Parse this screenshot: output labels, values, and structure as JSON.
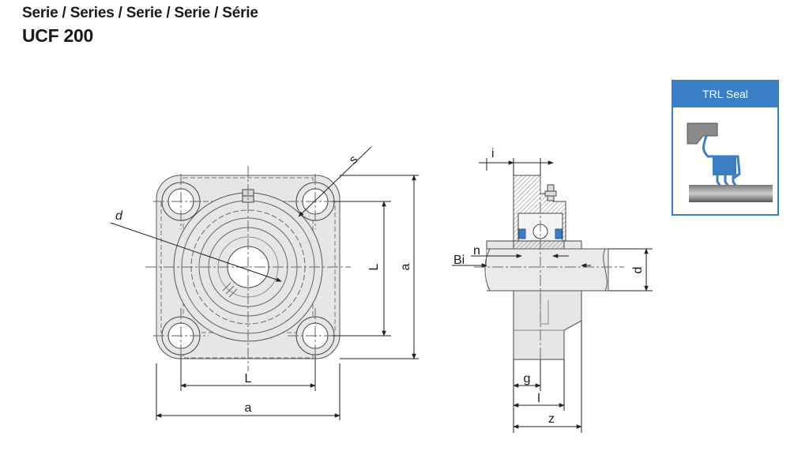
{
  "header": {
    "series": "Serie / Series / Serie / Serie / Série",
    "model": "UCF 200"
  },
  "seal": {
    "title": "TRL Seal"
  },
  "labels": {
    "d_front": "d",
    "s": "s",
    "L_vertical": "L",
    "a_vertical": "a",
    "L_horizontal": "L",
    "a_horizontal": "a",
    "i": "i",
    "n": "n",
    "Bi": "Bi",
    "d_side": "d",
    "g": "g",
    "l": "l",
    "z": "z"
  },
  "colors": {
    "seal_blue": "#3a7fc6",
    "part_gray": "#e4e6e8",
    "line": "#333333"
  }
}
